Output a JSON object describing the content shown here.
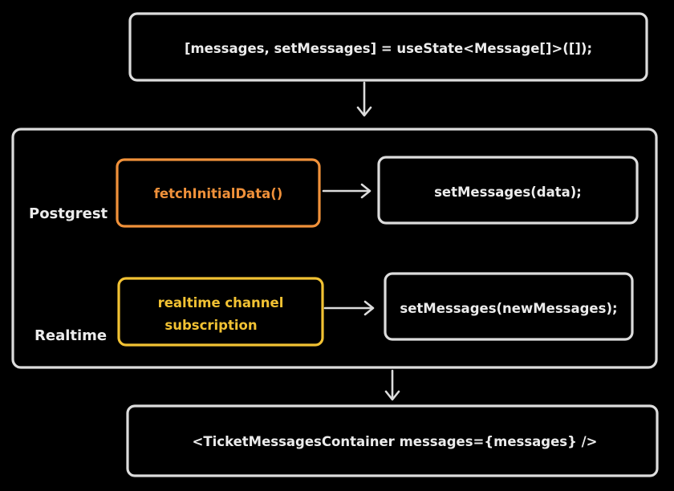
{
  "colors": {
    "background": "#000000",
    "outline": "#dcdcdc",
    "text": "#ececec",
    "fetch_accent": "#f0913a",
    "realtime_accent": "#f2c233"
  },
  "state_box": {
    "text": "[messages, setMessages] = useState<Message[]>([]);"
  },
  "group": {
    "postgrest_label": "Postgrest",
    "realtime_label": "Realtime"
  },
  "fetch_box": {
    "text": "fetchInitialData()"
  },
  "set_data_box": {
    "text": "setMessages(data);"
  },
  "realtime_box": {
    "line1": "realtime channel",
    "line2": "subscription"
  },
  "set_new_box": {
    "text": "setMessages(newMessages);"
  },
  "container_box": {
    "text": "<TicketMessagesContainer messages={messages} />"
  }
}
